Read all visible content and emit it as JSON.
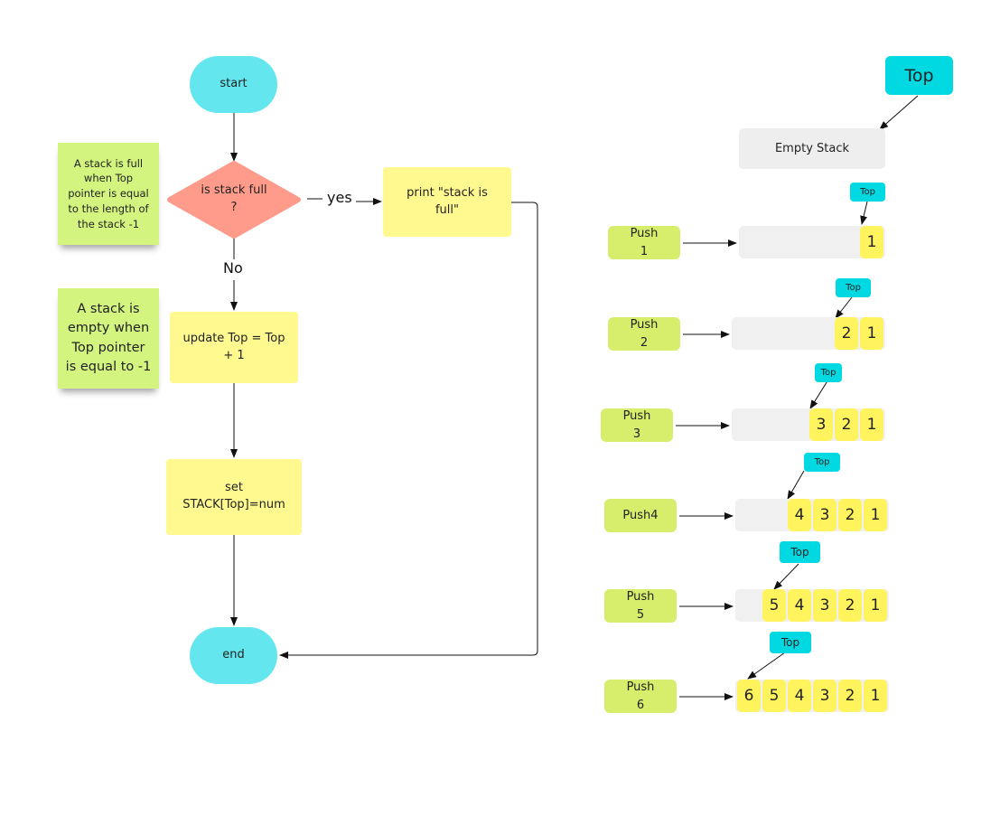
{
  "flowchart": {
    "start": "start",
    "decision": "is stack full\n?",
    "yes_label": "yes",
    "no_label": "No",
    "print": "print \"stack is\nfull\"",
    "update": "update Top = Top\n+ 1",
    "set": "set\nSTACK[Top]=num",
    "end": "end"
  },
  "notes": {
    "full": "A stack is full\nwhen Top\npointer is equal\nto the length of\nthe stack -1",
    "empty": "A stack is\nempty when\nTop pointer\nis equal to -1"
  },
  "stack_demo": {
    "top_label": "Top",
    "empty_label": "Empty Stack",
    "steps": [
      {
        "label": "Push\n1",
        "cells": [
          "1"
        ]
      },
      {
        "label": "Push\n2",
        "cells": [
          "2",
          "1"
        ]
      },
      {
        "label": "Push\n3",
        "cells": [
          "3",
          "2",
          "1"
        ]
      },
      {
        "label": "Push4",
        "cells": [
          "4",
          "3",
          "2",
          "1"
        ]
      },
      {
        "label": "Push\n5",
        "cells": [
          "5",
          "4",
          "3",
          "2",
          "1"
        ]
      },
      {
        "label": "Push\n6",
        "cells": [
          "6",
          "5",
          "4",
          "3",
          "2",
          "1"
        ]
      }
    ]
  },
  "colors": {
    "terminal": "#63e6ee",
    "decision": "#ff9b8a",
    "process": "#fff98f",
    "sticky_note": "#d3f47f",
    "push_label": "#d6ee6c",
    "cell": "#fff35e",
    "top_tag": "#00d8e2"
  }
}
